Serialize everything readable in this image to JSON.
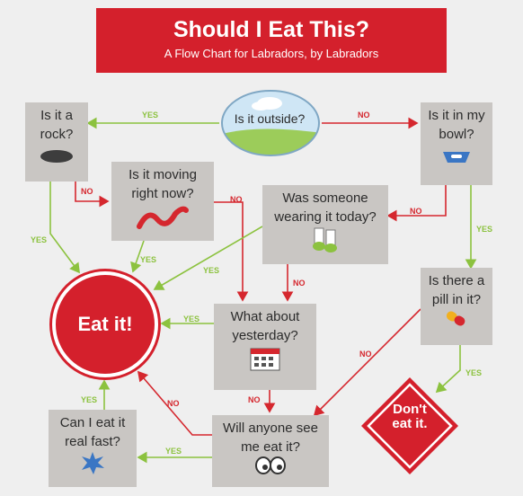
{
  "title": "Should I Eat This?",
  "subtitle": "A Flow Chart for Labradors, by Labradors",
  "nodes": {
    "outside": "Is it outside?",
    "rock": [
      "Is it a",
      "rock?"
    ],
    "bowl": [
      "Is it in my",
      "bowl?"
    ],
    "moving": [
      "Is it moving",
      "right now?"
    ],
    "wearing": [
      "Was someone",
      "wearing it today?"
    ],
    "pill": [
      "Is there a",
      "pill in it?"
    ],
    "eat": "Eat it!",
    "yesterday": [
      "What about",
      "yesterday?"
    ],
    "dont": [
      "Don't",
      "eat it."
    ],
    "fast": [
      "Can I eat it",
      "real fast?"
    ],
    "see": [
      "Will anyone see",
      "me eat it?"
    ]
  },
  "labels": {
    "yes": "YES",
    "no": "NO"
  },
  "colors": {
    "red": "#d4202c",
    "green": "#8cc23f",
    "box": "#c9c6c3"
  },
  "icons": [
    "rock-icon",
    "dog-bowl-icon",
    "worm-icon",
    "socks-icon",
    "pill-icon",
    "calendar-icon",
    "eyes-icon",
    "splat-icon"
  ]
}
